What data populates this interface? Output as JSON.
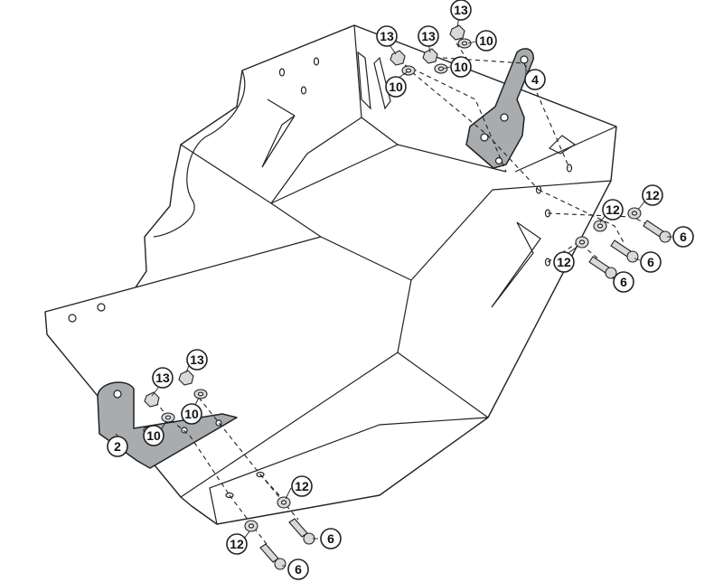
{
  "diagram": {
    "parts": {
      "bracket_left": "2",
      "bracket_right": "4",
      "bolt": "6",
      "washer_small": "10",
      "washer_large": "12",
      "nut": "13"
    },
    "callouts": [
      {
        "label": "13"
      },
      {
        "label": "13"
      },
      {
        "label": "13"
      },
      {
        "label": "10"
      },
      {
        "label": "10"
      },
      {
        "label": "10"
      },
      {
        "label": "4"
      },
      {
        "label": "12"
      },
      {
        "label": "12"
      },
      {
        "label": "12"
      },
      {
        "label": "6"
      },
      {
        "label": "6"
      },
      {
        "label": "6"
      },
      {
        "label": "13"
      },
      {
        "label": "13"
      },
      {
        "label": "10"
      },
      {
        "label": "10"
      },
      {
        "label": "2"
      },
      {
        "label": "12"
      },
      {
        "label": "12"
      },
      {
        "label": "6"
      },
      {
        "label": "6"
      }
    ],
    "colors": {
      "line": "#222222",
      "bracket_fill": "#a9acaf",
      "hardware_fill": "#d9d9d9",
      "background": "#ffffff"
    }
  }
}
